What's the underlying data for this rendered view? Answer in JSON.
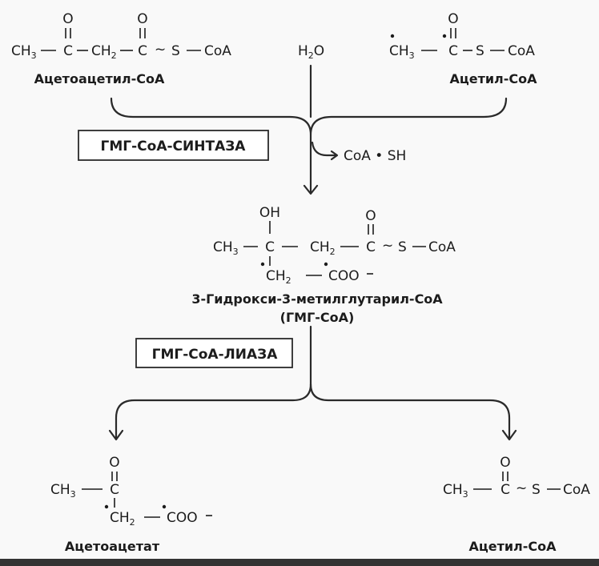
{
  "labels": {
    "acetoacetyl_coa": "Ацетоацетил-CoA",
    "acetyl_coa_top": "Ацетил-CoA",
    "hmg_coa_name_line1": "3-Гидрокси-3-метилглутарил-CoA",
    "hmg_coa_name_line2": "(ГМГ-CoA)",
    "acetoacetate": "Ацетоацетат",
    "acetyl_coa_bottom": "Ацетил-CoA"
  },
  "enzymes": {
    "synthase": "ГМГ-CoA-СИНТАЗА",
    "lyase": "ГМГ-CoA-ЛИАЗА"
  },
  "reagents": {
    "water_main": "H",
    "water_sub": "2",
    "water_end": "O",
    "released": "CoA • SH"
  },
  "atoms": {
    "O": "O",
    "OH": "OH",
    "C": "C",
    "S": "S",
    "CoA": "CoA",
    "CH": "CH",
    "sub2": "2",
    "sub3": "3",
    "dash": "–",
    "COO": "COO"
  }
}
